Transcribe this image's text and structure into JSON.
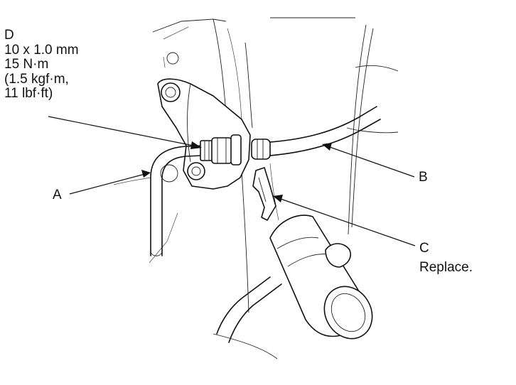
{
  "callouts": {
    "d": {
      "letter": "D",
      "thread": "10 x 1.0 mm",
      "torque_nm": "15 N·m",
      "torque_kgf": "(1.5 kgf·m,",
      "torque_lbf": "11 lbf·ft)"
    },
    "a": {
      "letter": "A"
    },
    "b": {
      "letter": "B"
    },
    "c": {
      "letter": "C",
      "note": "Replace."
    }
  }
}
